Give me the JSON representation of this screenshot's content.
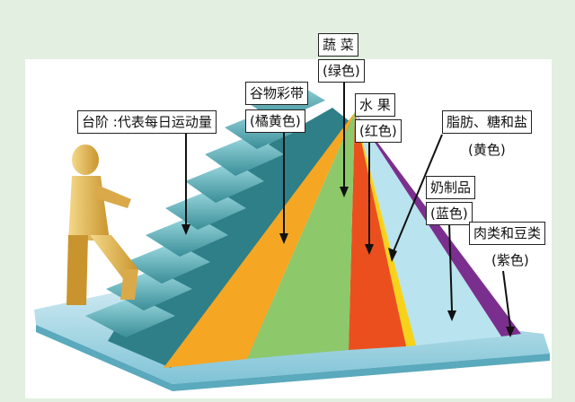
{
  "labels": {
    "steps": "台阶 :代表每日运动量",
    "grains_name": "谷物彩带",
    "grains_color": "(橘黄色)",
    "veg_name": "蔬  菜",
    "veg_color": "(绿色)",
    "fruit_name": "水   果",
    "fruit_color": "(红色)",
    "fat_name": "脂肪、糖和盐",
    "fat_color": "(黄色)",
    "dairy_name": "奶制品",
    "dairy_color": "(蓝色)",
    "meat_name": "肉类和豆类",
    "meat_color": "(紫色)"
  },
  "colors": {
    "background": "#e3efe1",
    "grains": "#f5a623",
    "vegetables": "#8dc86a",
    "fruit": "#ec4f1e",
    "fats": "#f6d31a",
    "dairy": "#b9e3ee",
    "meat": "#7a2f8e",
    "stairs": "#3f9da6",
    "figure": "#e0b54a"
  }
}
